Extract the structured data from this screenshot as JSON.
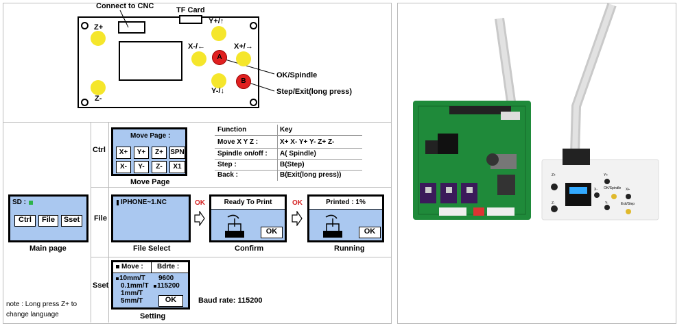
{
  "pinout": {
    "connect": "Connect to CNC",
    "tf_card": "TF Card",
    "z_plus": "Z+",
    "z_minus": "Z-",
    "y_plus": "Y+/↑",
    "y_minus": "Y-/↓",
    "x_minus": "X-/←",
    "x_plus": "X+/→",
    "btn_a": "A",
    "btn_b": "B",
    "ok_spindle": "OK/Spindle",
    "step_exit": "Step/Exit(long press)"
  },
  "main_page": {
    "sd": "SD :",
    "buttons": [
      "Ctrl",
      "File",
      "Sset"
    ],
    "caption": "Main page",
    "note": "note : Long press Z+ to change language"
  },
  "ctrl": {
    "label": "Ctrl",
    "screen_title": "Move Page :",
    "keys": [
      "X+",
      "Y+",
      "Z+",
      "SPN",
      "X-",
      "Y-",
      "Z-",
      "X1"
    ],
    "caption": "Move Page",
    "table": {
      "headers": [
        "Function",
        "Key"
      ],
      "rows": [
        [
          "Move X Y Z :",
          "X+  X-  Y+  Y-  Z+  Z-"
        ],
        [
          "Spindle on/off :",
          "A( Spindle)"
        ],
        [
          "Step :",
          "B(Step)"
        ],
        [
          "Back :",
          "B(Exit(long press))"
        ]
      ]
    }
  },
  "file": {
    "label": "File",
    "file_name": "IPHONE~1.NC",
    "ok1": "OK",
    "ok2": "OK",
    "confirm_title": "Ready To Print",
    "confirm_ok": "OK",
    "running_title": "Printed : 1%",
    "running_ok": "OK",
    "captions": [
      "File Select",
      "Confirm",
      "Running"
    ]
  },
  "sset": {
    "label": "Sset",
    "col1_title": "Move :",
    "col2_title": "Bdrte :",
    "moves": [
      "10mm/T",
      "0.1mm/T",
      "1mm/T",
      "5mm/T"
    ],
    "bauds": [
      "9600",
      "115200"
    ],
    "ok": "OK",
    "caption": "Setting",
    "baud_note": "Baud rate: 115200"
  },
  "photo_panel": {
    "labels": [
      "Z+",
      "Y+",
      "X-",
      "OK/Spindle",
      "X+",
      "Z-",
      "Y-",
      "Exit/Step"
    ]
  },
  "colors": {
    "screen": "#aac8f0",
    "button_yellow": "#f5e62b",
    "button_red": "#e02020",
    "pcb_green": "#1f8a3a"
  }
}
